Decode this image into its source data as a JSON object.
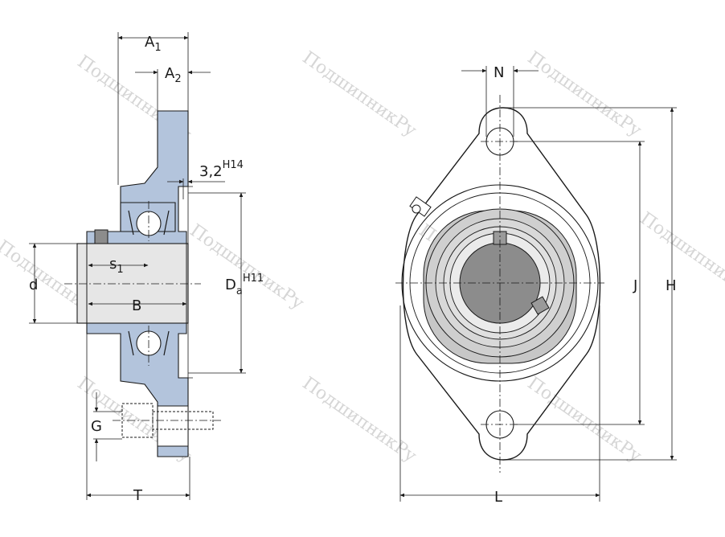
{
  "labels": {
    "A1": {
      "main": "A",
      "sub": "1"
    },
    "A2": {
      "main": "A",
      "sub": "2"
    },
    "dim_32": {
      "main": "3,2",
      "sup": "H14"
    },
    "d": "d",
    "s1": {
      "main": "s",
      "sub": "1"
    },
    "B": "B",
    "Da": {
      "main": "D",
      "sub": "a",
      "sup": "H11"
    },
    "G": "G",
    "T": "T",
    "N": "N",
    "J": "J",
    "H": "H",
    "L": "L"
  },
  "watermark": "ПодшипникРу",
  "colors": {
    "housing": "#b3c4dc",
    "shaft": "#e6e6e6",
    "bore": "#8c8c8c",
    "line": "#1a1a1a",
    "watermark": "#d6d6d6"
  }
}
